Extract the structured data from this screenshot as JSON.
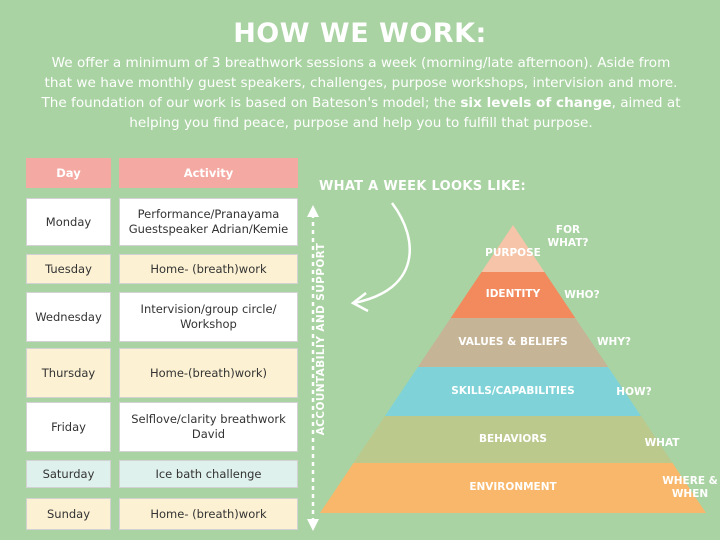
{
  "header": {
    "title": "HOW WE WORK:",
    "intro_text": "We offer a minimum of 3 breathwork sessions a week (morning/late afternoon). Aside from that we have monthly guest speakers, challenges, purpose workshops, intervision and more. The foundation of our work is based on Bateson's model; the ",
    "intro_bold": "six levels of change",
    "intro_end": ", aimed at helping you find peace, purpose and help you to fulfill that purpose."
  },
  "schedule": {
    "col_day": "Day",
    "col_activity": "Activity",
    "rows": [
      {
        "day": "Monday",
        "activity": "Performance/Pranayama Guestspeaker Adrian/Kemie",
        "bg": "#ffffff"
      },
      {
        "day": "Tuesday",
        "activity": "Home- (breath)work",
        "bg": "#fcf1d3"
      },
      {
        "day": "Wednesday",
        "activity": "Intervision/group circle/ Workshop",
        "bg": "#ffffff"
      },
      {
        "day": "Thursday",
        "activity": "Home-(breath)work)",
        "bg": "#fcf1d3"
      },
      {
        "day": "Friday",
        "activity": "Selflove/clarity breathwork David",
        "bg": "#ffffff"
      },
      {
        "day": "Saturday",
        "activity": "Ice bath challenge",
        "bg": "#dff1ec"
      },
      {
        "day": "Sunday",
        "activity": "Home- (breath)work",
        "bg": "#fcf1d3"
      }
    ]
  },
  "week_title": "WHAT A WEEK LOOKS LIKE:",
  "vertical_label": "ACCOUNTABILIY AND SUPPORT",
  "pyramid": {
    "levels": [
      {
        "name": "PURPOSE",
        "question": "FOR WHAT?",
        "color": "#f6c4a8"
      },
      {
        "name": "IDENTITY",
        "question": "WHO?",
        "color": "#f28a5e"
      },
      {
        "name": "VALUES & BELIEFS",
        "question": "WHY?",
        "color": "#c6b497"
      },
      {
        "name": "SKILLS/CAPABILITIES",
        "question": "HOW?",
        "color": "#7fd3d8"
      },
      {
        "name": "BEHAVIORS",
        "question": "WHAT",
        "color": "#bcc98d"
      },
      {
        "name": "ENVIRONMENT",
        "question": "WHERE & WHEN",
        "color": "#f8b76a"
      }
    ]
  },
  "colors": {
    "background": "#a9d3a2",
    "header_cell": "#f4a9a2"
  }
}
